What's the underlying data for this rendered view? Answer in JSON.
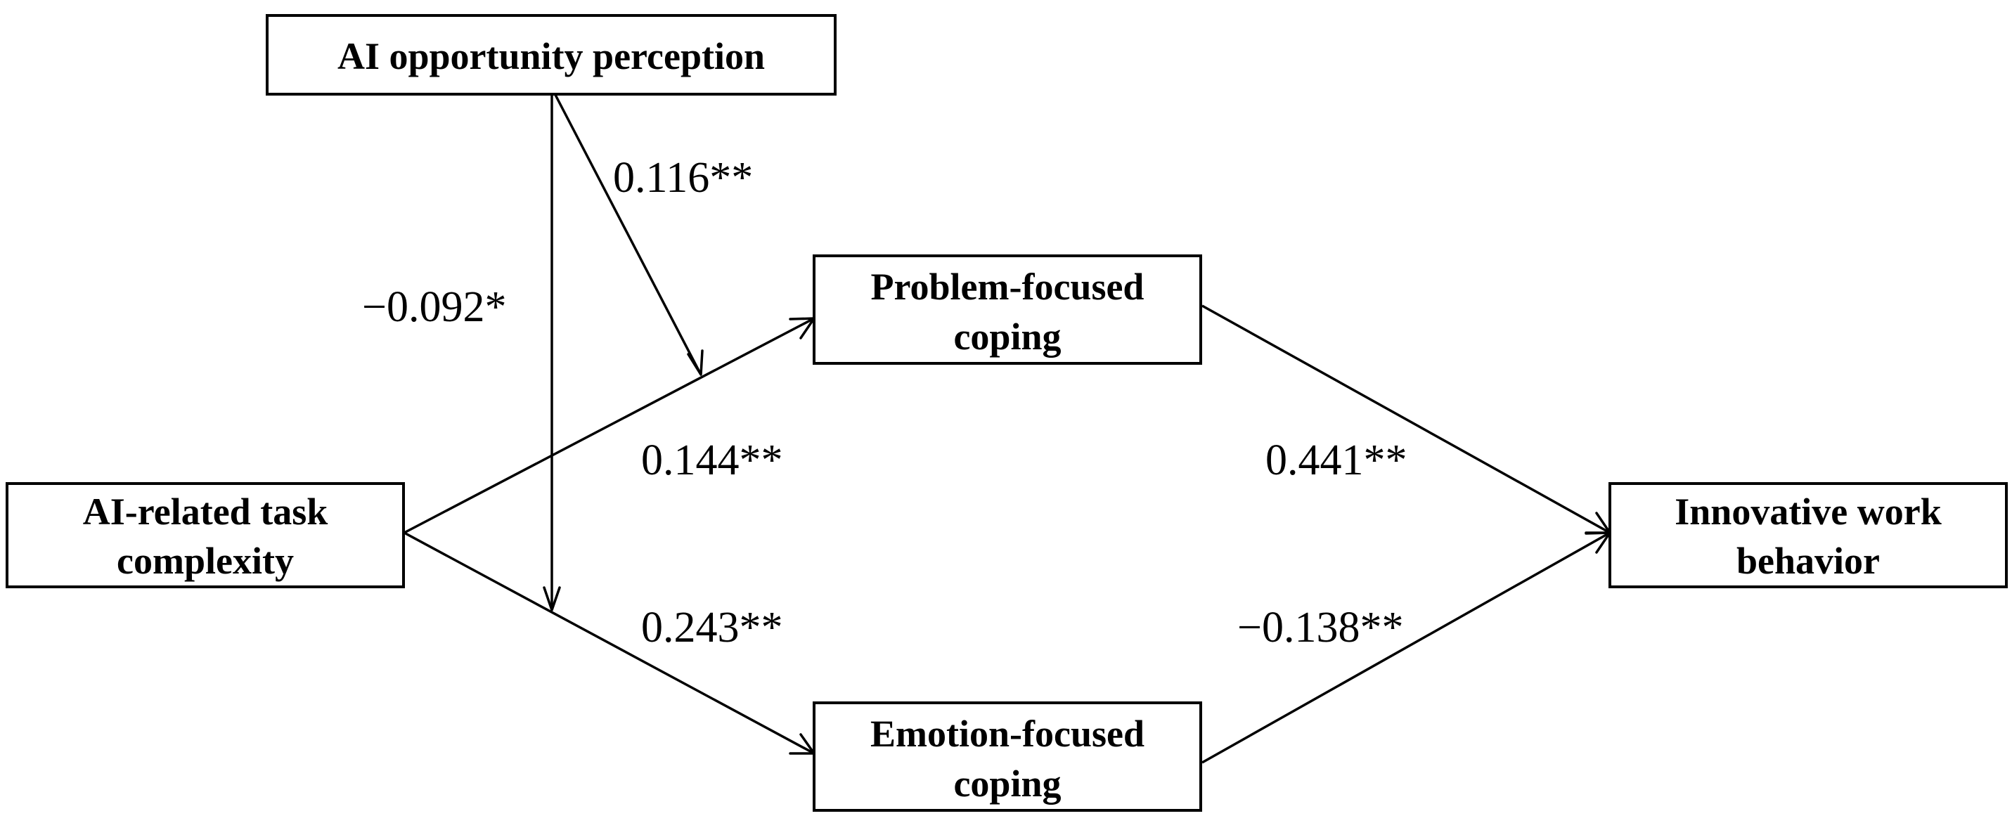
{
  "nodes": {
    "ai_opportunity_perception": "AI opportunity perception",
    "ai_related_task_complexity": [
      "AI-related task",
      "complexity"
    ],
    "problem_focused_coping": [
      "Problem-focused",
      "coping"
    ],
    "emotion_focused_coping": [
      "Emotion-focused",
      "coping"
    ],
    "innovative_work_behavior": [
      "Innovative work",
      "behavior"
    ]
  },
  "coefficients": {
    "opportunity_to_problem_path": "0.116**",
    "opportunity_to_emotion_path": "−0.092*",
    "complexity_to_problem": "0.144**",
    "complexity_to_emotion": "0.243**",
    "problem_to_innovative": "0.441**",
    "emotion_to_innovative": "−0.138**"
  }
}
